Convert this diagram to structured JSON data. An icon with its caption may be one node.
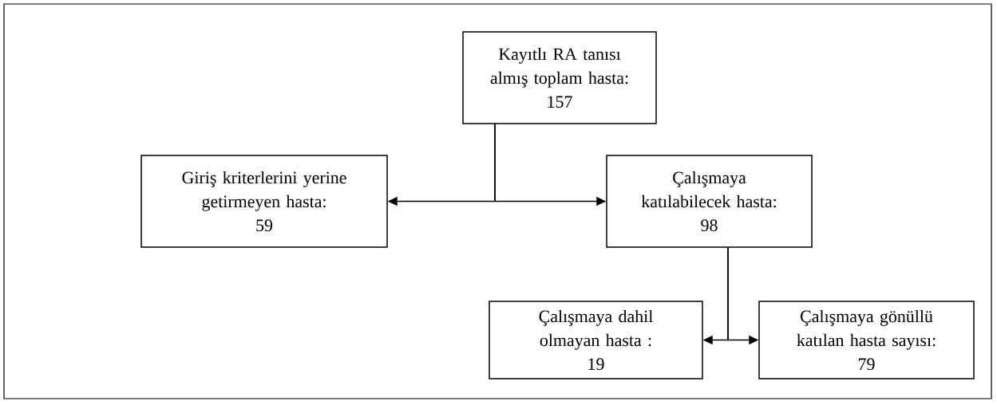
{
  "diagram": {
    "nodes": [
      {
        "text": [
          "Kayıtlı RA tanısı almış toplam hasta:",
          "157"
        ]
      },
      {
        "text": [
          "Giriş kriterlerini yerine getirmeyen hasta:",
          "59"
        ]
      },
      {
        "text": [
          "Çalışmaya katılabilecek hasta:",
          "98"
        ]
      },
      {
        "text": [
          "Çalışmaya dahil olmayan hasta :",
          "19"
        ]
      },
      {
        "text": [
          "Çalışmaya gönüllü katılan hasta sayısı:",
          "79"
        ]
      }
    ],
    "edges": [
      {
        "from": 0,
        "to": 1,
        "arrow": "to"
      },
      {
        "from": 0,
        "to": 2,
        "arrow": "to"
      },
      {
        "from": 2,
        "to": 3,
        "arrow": "to"
      },
      {
        "from": 2,
        "to": 4,
        "arrow": "to"
      }
    ]
  }
}
